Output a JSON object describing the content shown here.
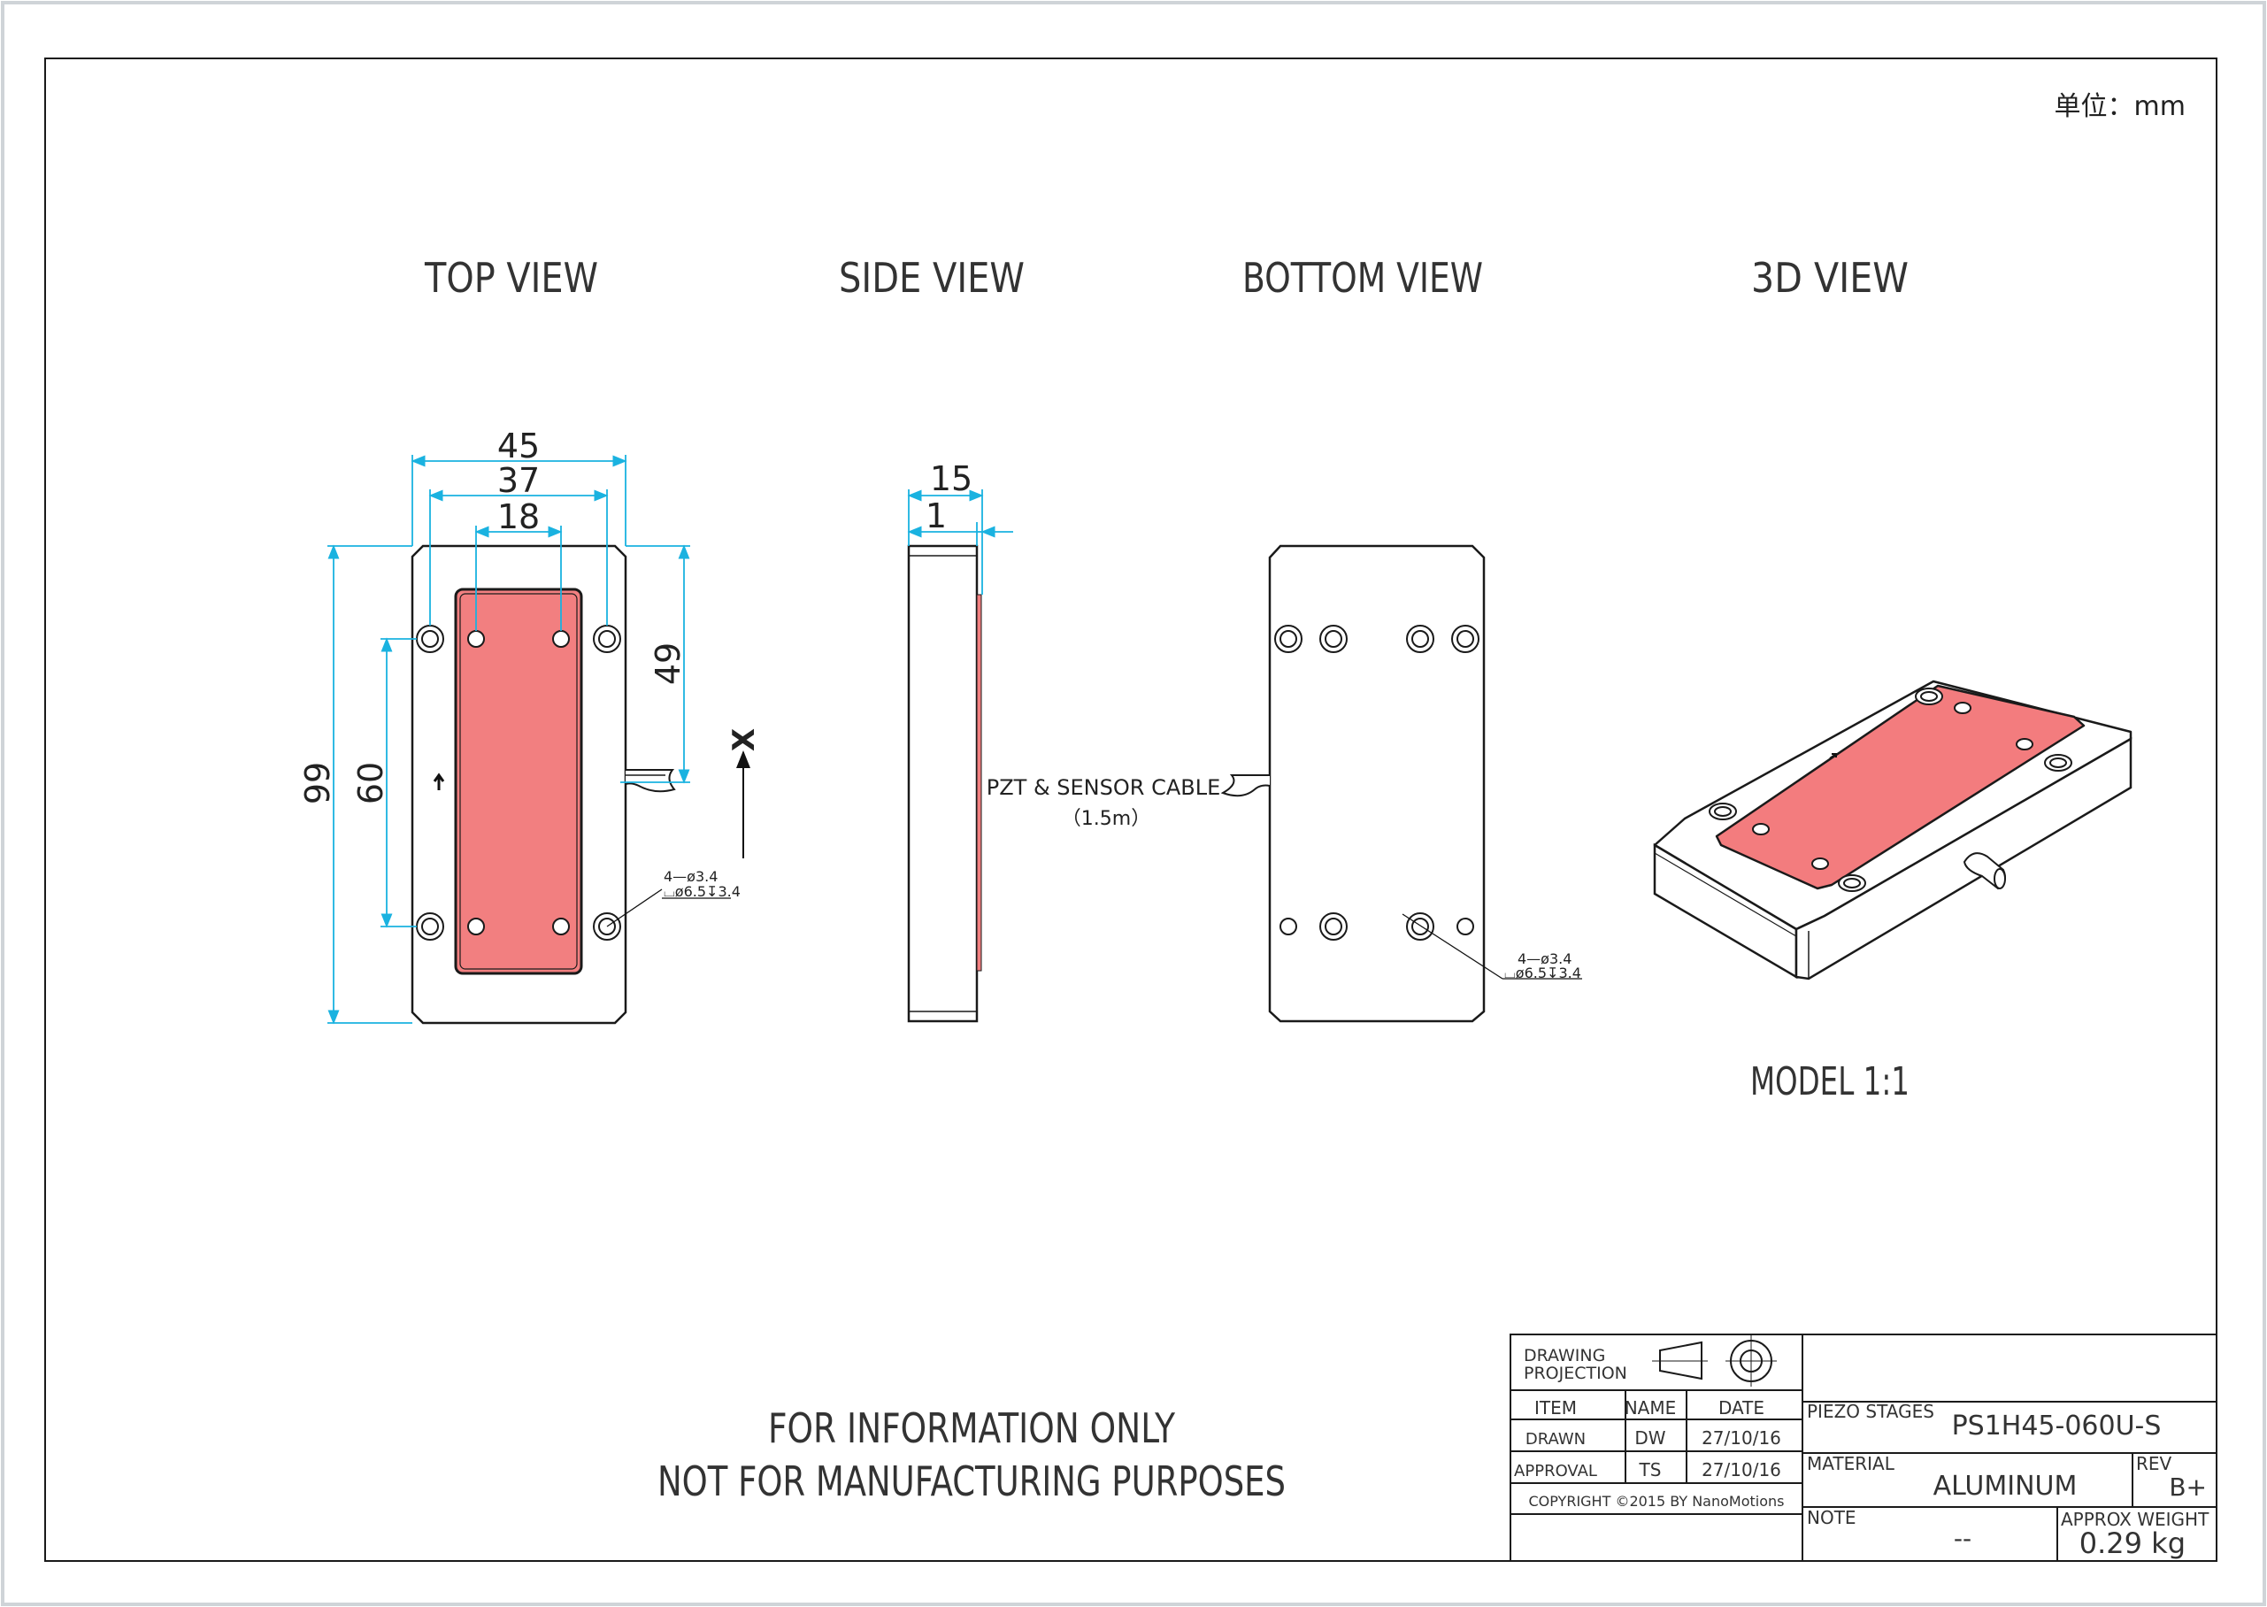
{
  "unit_label": "单位：mm",
  "views": {
    "top": "TOP VIEW",
    "side": "SIDE VIEW",
    "bottom": "BOTTOM VIEW",
    "iso": "3D VIEW"
  },
  "dimensions": {
    "width_outer": "45",
    "width_mid": "37",
    "width_inner": "18",
    "height_total": "99",
    "height_holes": "60",
    "height_half": "49",
    "side_thickness": "15",
    "side_plate": "1",
    "hole_note_1": "4—ø3.4",
    "hole_note_2": "⌴ø6.5↧3.4",
    "axis_label": "X"
  },
  "cable": {
    "label": "PZT & SENSOR CABLE",
    "length": "（1.5m）"
  },
  "model_scale": "MODEL 1:1",
  "notice": {
    "line1": "FOR INFORMATION ONLY",
    "line2": "NOT FOR MANUFACTURING PURPOSES"
  },
  "title_block": {
    "projection_label_1": "DRAWING",
    "projection_label_2": "PROJECTION",
    "col_item": "ITEM",
    "col_name": "NAME",
    "col_date": "DATE",
    "rows": [
      {
        "item": "DRAWN",
        "name": "DW",
        "date": "27/10/16"
      },
      {
        "item": "APPROVAL",
        "name": "TS",
        "date": "27/10/16"
      }
    ],
    "copyright": "COPYRIGHT ©2015 BY NanoMotions",
    "product_family": "PIEZO STAGES",
    "part_number": "PS1H45-060U-S",
    "material_label": "MATERIAL",
    "material": "ALUMINUM",
    "rev_label": "REV",
    "rev": "B+",
    "note_label": "NOTE",
    "note": "--",
    "weight_label": "APPROX WEIGHT",
    "weight": "0.29 kg"
  },
  "colors": {
    "line": "#1a1a1a",
    "dimension": "#1ab2e0",
    "pad": "#f27f80",
    "pad_iso": "#f37c7e"
  }
}
